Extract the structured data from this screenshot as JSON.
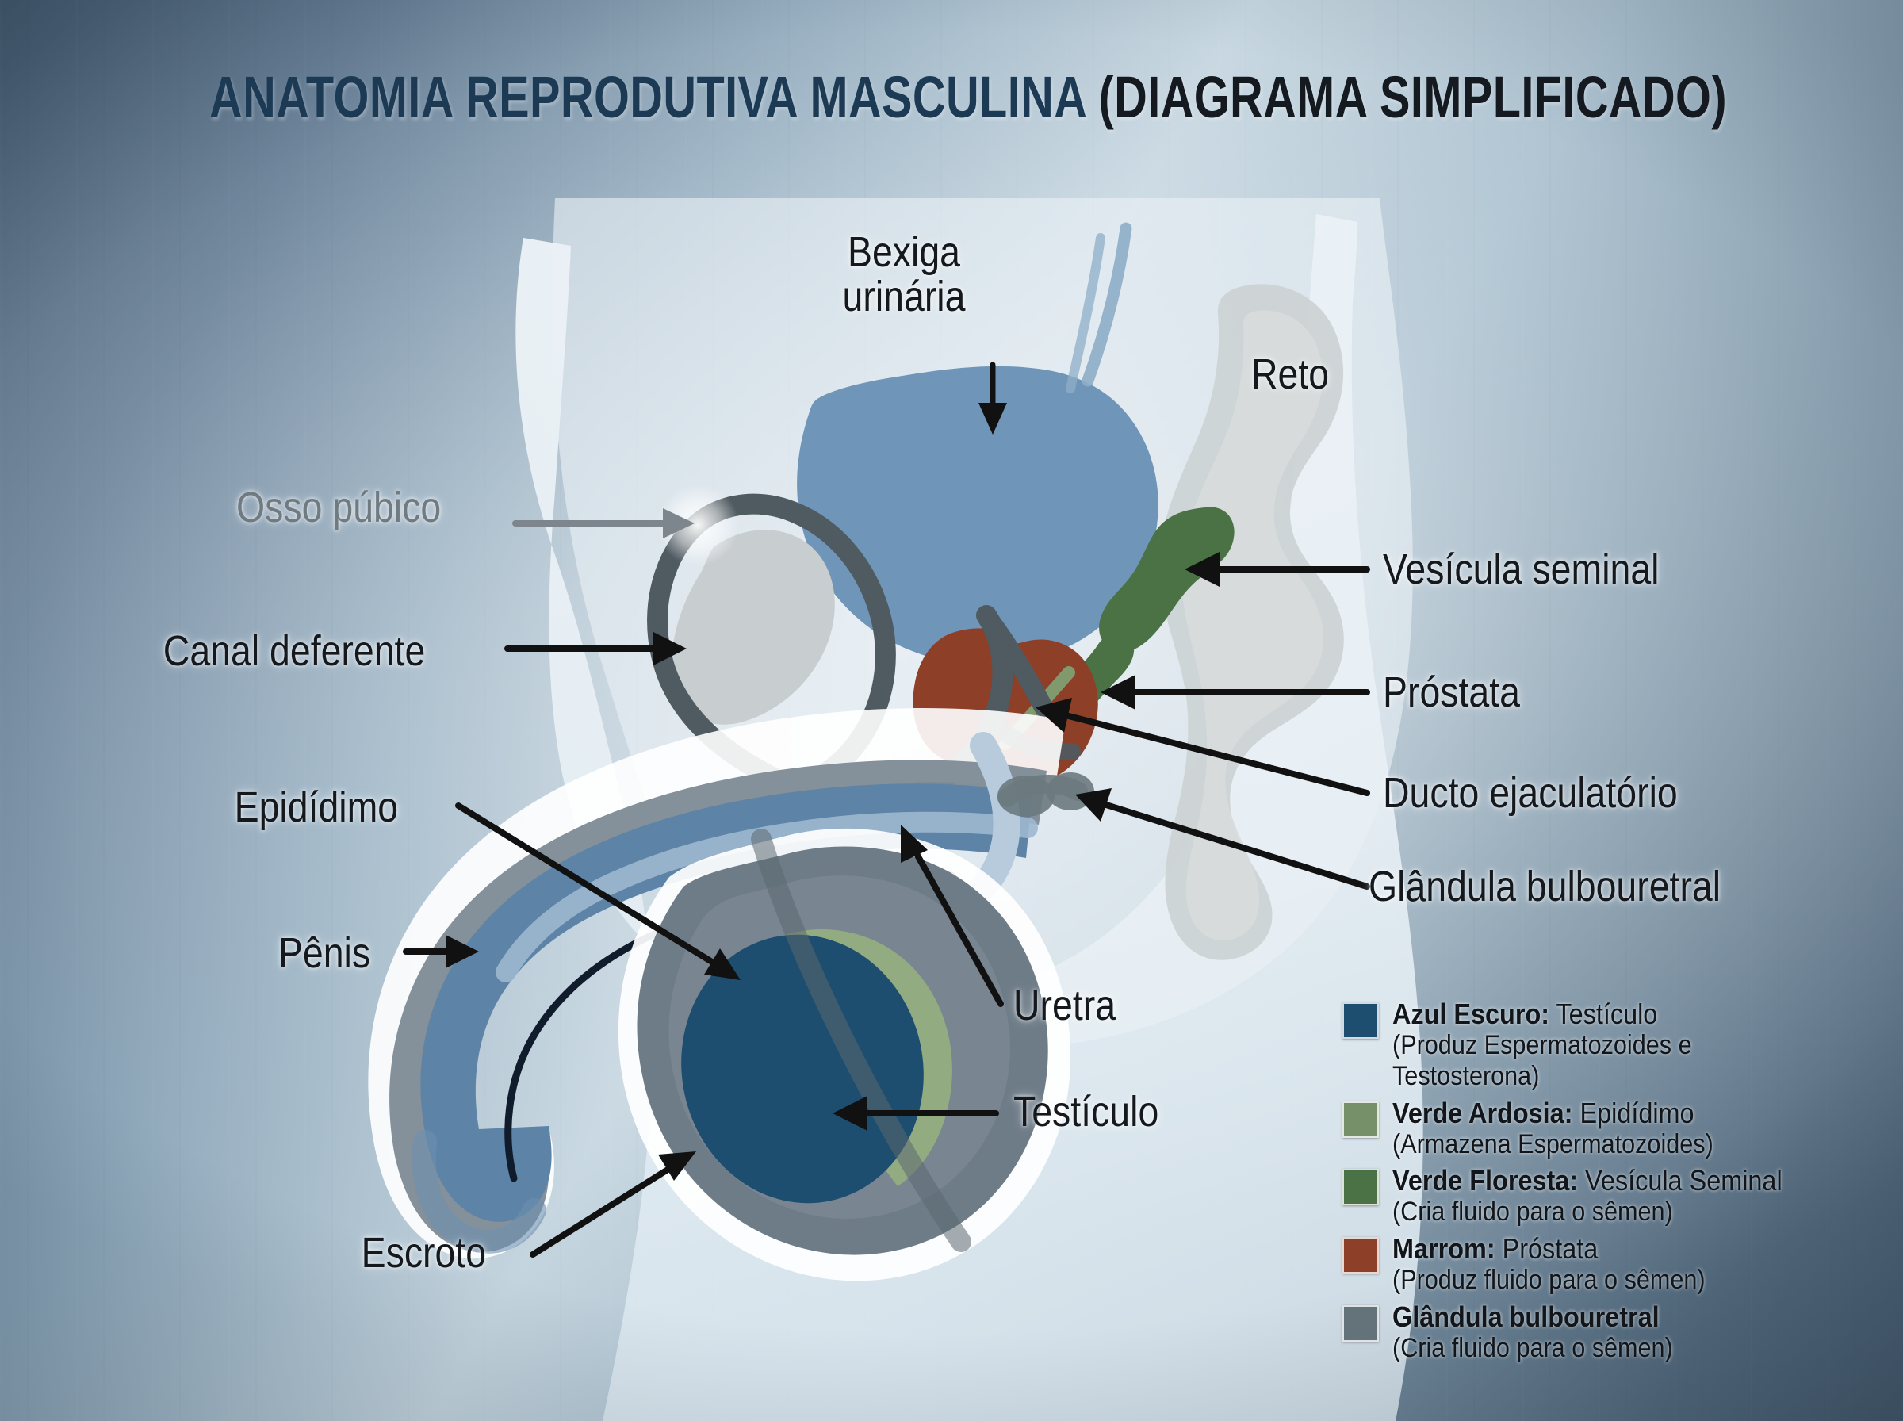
{
  "title": {
    "main": "ANATOMIA REPRODUTIVA MASCULINA ",
    "paren": "(DIAGRAMA SIMPLIFICADO)"
  },
  "colors": {
    "background_top_left": "#3d5267",
    "background_center": "#c3d3dd",
    "testicle_dark_blue": "#1d4e70",
    "epididymis_sage_green": "#8fa97d",
    "seminal_vesicle_forest_green": "#4a7244",
    "prostate_brown": "#8e3f28",
    "bulbourethral_slate_gray": "#64737a",
    "bladder_blue": "#6f96b8",
    "penis_blue": "#5d83a6",
    "scrotum_gray": "#6e7c88",
    "rectum_gray": "#cfd4d6",
    "pubic_bone_gray": "#c9cdd0",
    "duct_gray": "#4f5a61",
    "urethra_light": "#b8cbdd",
    "title_navy": "#1d3a55",
    "title_black": "#141a1f",
    "label_black": "#15191d",
    "label_gray": "#707a81"
  },
  "labels": {
    "bladder": "Bexiga\nurinária",
    "bladder_line1": "Bexiga",
    "bladder_line2": "urinária",
    "rectum": "Reto",
    "pubic_bone": "Osso púbico",
    "vas_deferens": "Canal deferente",
    "epididymis": "Epidídimo",
    "penis": "Pênis",
    "scrotum": "Escroto",
    "urethra": "Uretra",
    "testicle": "Testículo",
    "seminal_vesicle": "Vesícula seminal",
    "prostate": "Próstata",
    "ejaculatory_duct": "Ducto ejaculatório",
    "bulbourethral_gland": "Glândula bulbouretral"
  },
  "legend": {
    "items": [
      {
        "color": "#1d4e70",
        "name": "Azul Escuro:",
        "organ": " Testículo",
        "function": "(Produz Espermatozoides e Testosterona)"
      },
      {
        "color": "#76906a",
        "name": "Verde Ardosia:",
        "organ": " Epidídimo",
        "function": "(Armazena Espermatozoides)"
      },
      {
        "color": "#4a7244",
        "name": "Verde Floresta:",
        "organ": " Vesícula Seminal",
        "function": "(Cria fluido para o sêmen)"
      },
      {
        "color": "#8e3f28",
        "name": "Marrom:",
        "organ": " Próstata",
        "function": "(Produz fluido para o sêmen)"
      },
      {
        "color": "#64737a",
        "name": "Glândula bulbouretral",
        "organ": "",
        "function": "(Cria fluido para o sêmen)"
      }
    ]
  },
  "diagram": {
    "type": "anatomical-cross-section",
    "subject": "male reproductive system, sagittal view",
    "organ_count": 11
  }
}
